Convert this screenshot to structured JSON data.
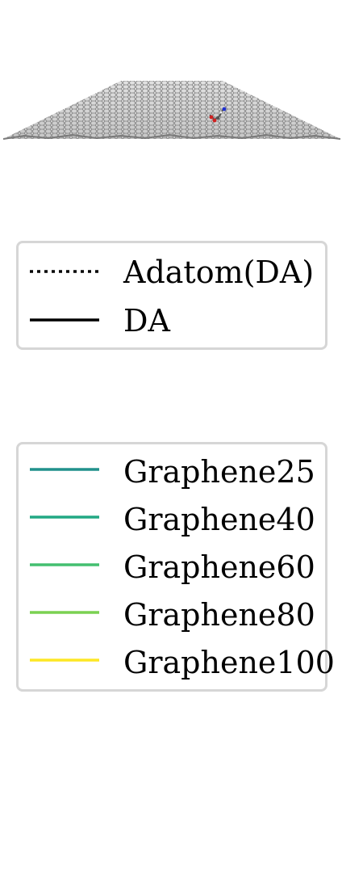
{
  "colors": {
    "black": "#000000",
    "graphene25": "#21918c",
    "graphene40": "#22a884",
    "graphene60": "#44bf70",
    "graphene80": "#7ad151",
    "graphene100": "#fde725",
    "legend_border": "#d6d6d6",
    "sheet_bond": "#8a8a8a"
  },
  "legend_lines": {
    "items": [
      {
        "label": "Adatom(DA)",
        "style": "dotted",
        "color": "#000000"
      },
      {
        "label": "DA",
        "style": "solid",
        "color": "#000000"
      }
    ]
  },
  "legend_graphene": {
    "items": [
      {
        "label": "Graphene25",
        "style": "solid",
        "color": "#21918c"
      },
      {
        "label": "Graphene40",
        "style": "solid",
        "color": "#22a884"
      },
      {
        "label": "Graphene60",
        "style": "solid",
        "color": "#44bf70"
      },
      {
        "label": "Graphene80",
        "style": "solid",
        "color": "#7ad151"
      },
      {
        "label": "Graphene100",
        "style": "solid",
        "color": "#fde725"
      }
    ]
  },
  "molecule_atoms": [
    {
      "element": "carbon",
      "color": "#555555"
    },
    {
      "element": "oxygen",
      "color": "#d02020"
    },
    {
      "element": "nitrogen",
      "color": "#2030d0"
    },
    {
      "element": "hydrogen",
      "color": "#ffffff"
    }
  ]
}
